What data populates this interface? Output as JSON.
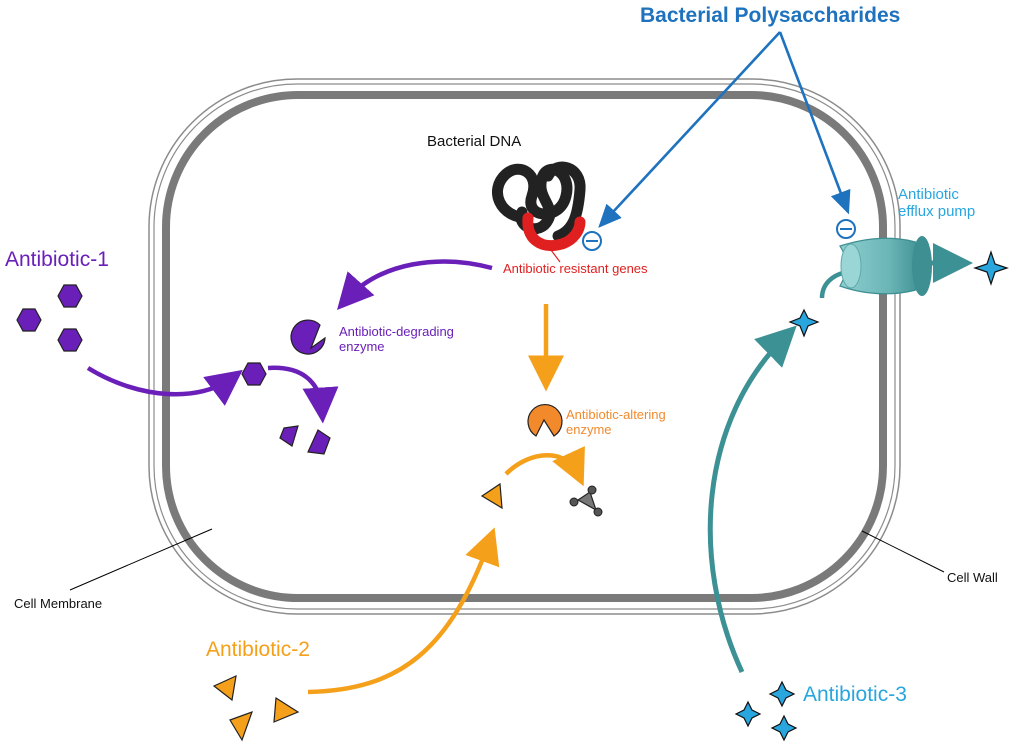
{
  "labels": {
    "polysaccharides": "Bacterial Polysaccharides",
    "dna": "Bacterial DNA",
    "resistant_genes": "Antibiotic resistant genes",
    "degrading_enzyme": "Antibiotic-degrading enzyme",
    "altering_enzyme": "Antibiotic-altering enzyme",
    "efflux_pump": "Antibiotic efflux pump",
    "antibiotic_1": "Antibiotic-1",
    "antibiotic_2": "Antibiotic-2",
    "antibiotic_3": "Antibiotic-3",
    "cell_membrane": "Cell Membrane",
    "cell_wall": "Cell Wall"
  },
  "colors": {
    "blue": "#1e72be",
    "purple": "#6a1fb8",
    "orange": "#f5a01a",
    "teal": "#3c9194",
    "red": "#e02020",
    "star": "#29a6de",
    "membrane": "#7a7a7a"
  }
}
